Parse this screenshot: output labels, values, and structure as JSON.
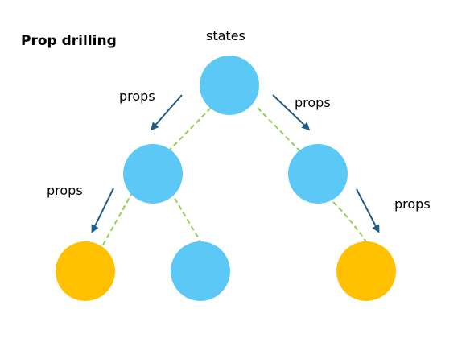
{
  "title": "Prop drilling",
  "root_label": "states",
  "edge_label": "props",
  "colors": {
    "component_node": "#5BC8F5",
    "leaf_node": "#FFC000",
    "connector": "#92D050",
    "arrow": "#1F5C85",
    "text": "#000000"
  },
  "nodes": [
    {
      "id": "root",
      "color_key": "component_node"
    },
    {
      "id": "left-child",
      "color_key": "component_node"
    },
    {
      "id": "right-child",
      "color_key": "component_node"
    },
    {
      "id": "left-grandchild",
      "color_key": "leaf_node"
    },
    {
      "id": "middle-grandchild",
      "color_key": "component_node"
    },
    {
      "id": "right-grandchild",
      "color_key": "leaf_node"
    }
  ]
}
